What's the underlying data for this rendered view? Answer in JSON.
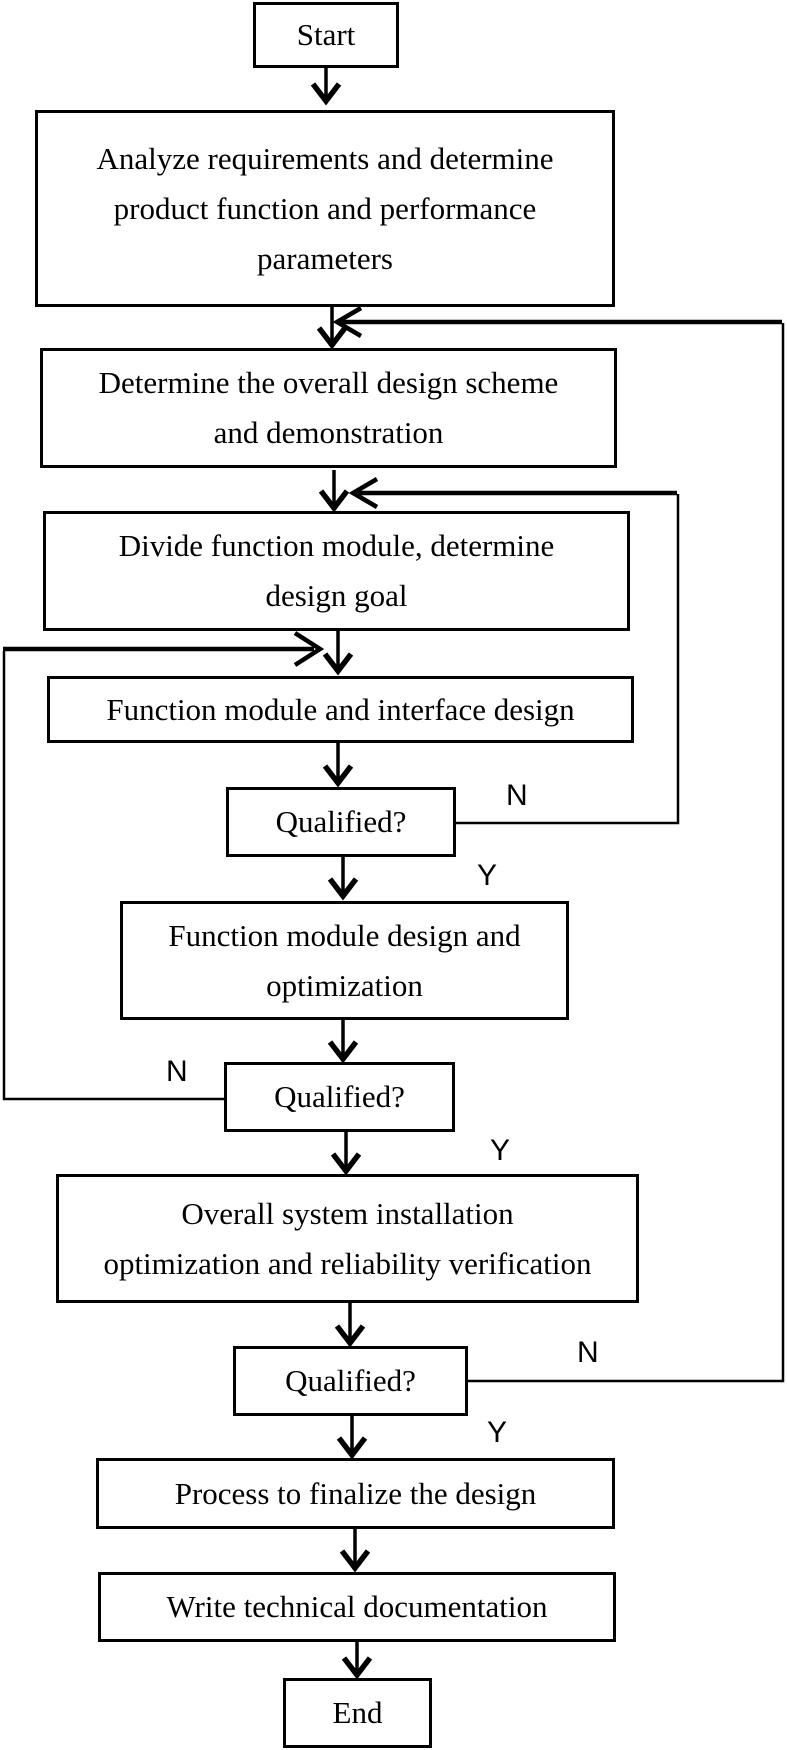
{
  "diagram_type": "flowchart",
  "nodes": {
    "start": {
      "label": "Start"
    },
    "analyze": {
      "lines": [
        "Analyze requirements and determine",
        "product function and performance",
        "parameters"
      ]
    },
    "scheme": {
      "lines": [
        "Determine the overall design scheme",
        "and demonstration"
      ]
    },
    "divide": {
      "lines": [
        "Divide function module, determine",
        "design goal"
      ]
    },
    "interface": {
      "label": "Function module and interface design"
    },
    "q1": {
      "label": "Qualified?"
    },
    "optimize": {
      "lines": [
        "Function module design and",
        "optimization"
      ]
    },
    "q2": {
      "label": "Qualified?"
    },
    "overall": {
      "lines": [
        "Overall system installation",
        "optimization and reliability verification"
      ]
    },
    "q3": {
      "label": "Qualified?"
    },
    "finalize": {
      "label": "Process to finalize the design"
    },
    "docs": {
      "label": "Write technical documentation"
    },
    "end": {
      "label": "End"
    }
  },
  "edge_labels": {
    "q1_no": "N",
    "q1_yes": "Y",
    "q2_no": "N",
    "q2_yes": "Y",
    "q3_no": "N",
    "q3_yes": "Y"
  },
  "edges": [
    {
      "from": "start",
      "to": "analyze"
    },
    {
      "from": "analyze",
      "to": "scheme"
    },
    {
      "from": "scheme",
      "to": "divide"
    },
    {
      "from": "divide",
      "to": "interface"
    },
    {
      "from": "interface",
      "to": "q1"
    },
    {
      "from": "q1",
      "to": "optimize",
      "label": "Y"
    },
    {
      "from": "q1",
      "to": "divide",
      "label": "N"
    },
    {
      "from": "optimize",
      "to": "q2"
    },
    {
      "from": "q2",
      "to": "overall",
      "label": "Y"
    },
    {
      "from": "q2",
      "to": "interface",
      "label": "N"
    },
    {
      "from": "overall",
      "to": "q3"
    },
    {
      "from": "q3",
      "to": "finalize",
      "label": "Y"
    },
    {
      "from": "q3",
      "to": "scheme",
      "label": "N"
    },
    {
      "from": "finalize",
      "to": "docs"
    },
    {
      "from": "docs",
      "to": "end"
    }
  ],
  "colors": {
    "line": "#000000",
    "background": "#ffffff"
  }
}
